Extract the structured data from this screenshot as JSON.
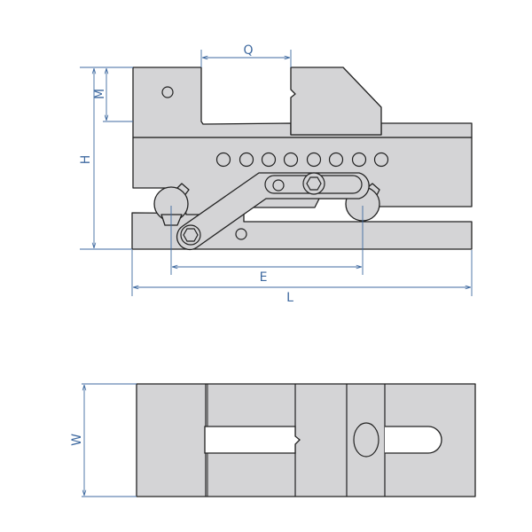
{
  "diagram": {
    "side_view": {
      "dimensions": {
        "q": "Q",
        "m": "M",
        "h": "H",
        "e": "E",
        "l": "L"
      }
    },
    "top_view": {
      "dimensions": {
        "w": "W"
      }
    }
  },
  "colors": {
    "part_fill": "#d4d4d6",
    "outline": "#222222",
    "dimension": "#3f6aa0"
  }
}
